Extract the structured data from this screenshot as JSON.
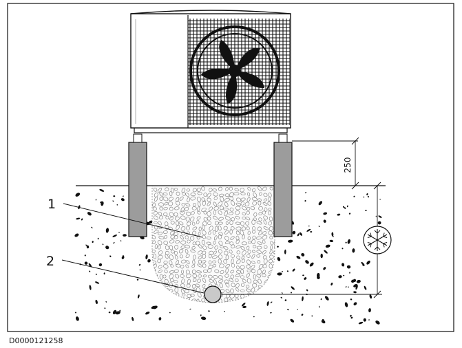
{
  "labels": {
    "callout_1": "1",
    "callout_2": "2",
    "dim_clearance": "250",
    "doc_id": "D0000121258"
  },
  "icons": {
    "frost_depth": "snowflake-icon"
  },
  "colors": {
    "line": "#111111",
    "post": "#9c9c9c",
    "pipe": "#c9c9c9",
    "gravel": "#8a8a8a",
    "housing": "#ffffff"
  }
}
